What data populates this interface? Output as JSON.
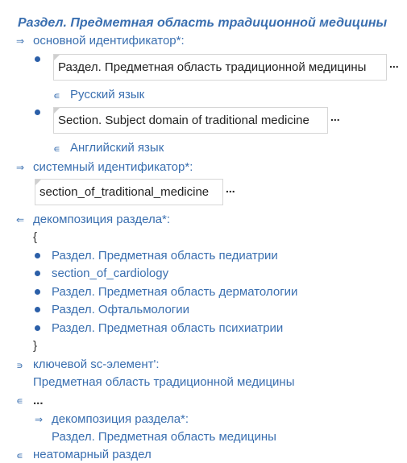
{
  "section_title": "Раздел. Предметная область традиционной медицины",
  "symbols": {
    "arrow_right": "⇒",
    "arrow_left": "⇐",
    "element_of": "∊",
    "reverse_element": "∍",
    "ellipsis_more": "...",
    "open_brace": "{",
    "close_brace": "}"
  },
  "main_identifier": {
    "relation": "основной идентификатор*:",
    "items": [
      {
        "text": "Раздел. Предметная область традиционной медицины",
        "language": "Русский язык"
      },
      {
        "text": "Section. Subject domain of traditional medicine",
        "language": "Английский язык"
      }
    ]
  },
  "system_identifier": {
    "relation": "системный идентификатор*:",
    "value": "section_of_traditional_medicine"
  },
  "decomposition": {
    "relation": "декомпозиция раздела*:",
    "items": [
      "Раздел. Предметная область педиатрии",
      "section_of_cardiology",
      "Раздел. Предметная область дерматологии",
      "Раздел. Офтальмологии",
      "Раздел. Предметная область психиатрии"
    ]
  },
  "key_element": {
    "relation": "ключевой sc-элемент':",
    "value": "Предметная область традиционной медицины"
  },
  "parent": {
    "name": "...",
    "relation": "декомпозиция раздела*:",
    "value": "Раздел. Предметная область медицины"
  },
  "non_atomic": {
    "label": "неатомарный раздел"
  }
}
